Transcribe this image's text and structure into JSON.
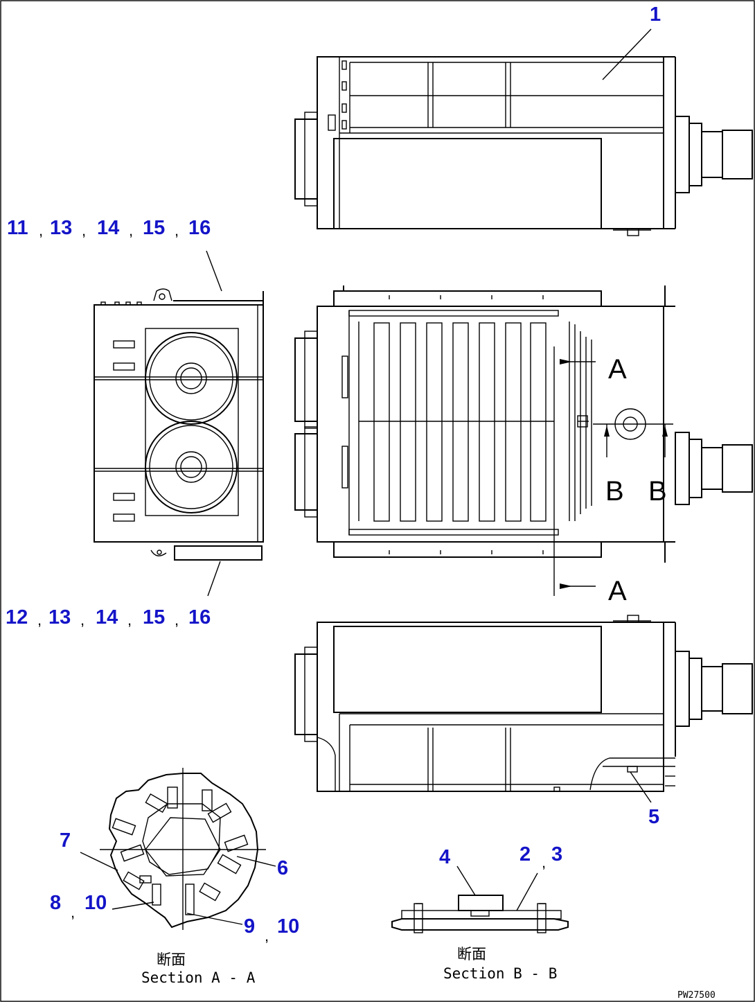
{
  "callouts": {
    "c1": "1",
    "c11": "11",
    "c13a": "13",
    "c14a": "14",
    "c15a": "15",
    "c16a": "16",
    "c12": "12",
    "c13b": "13",
    "c14b": "14",
    "c15b": "15",
    "c16b": "16",
    "c5": "5",
    "c7": "7",
    "c6": "6",
    "c8": "8",
    "c10a": "10",
    "c9": "9",
    "c10b": "10",
    "c4": "4",
    "c2": "2",
    "c3": "3"
  },
  "separator": ",",
  "section_marks": {
    "a_top": "A",
    "a_bottom": "A",
    "b_left": "B",
    "b_right": "B"
  },
  "captions": {
    "aa_jp": "断面",
    "aa_en": "Section A - A",
    "bb_jp": "断面",
    "bb_en": "Section B - B"
  },
  "drawing_code": "PW27500"
}
